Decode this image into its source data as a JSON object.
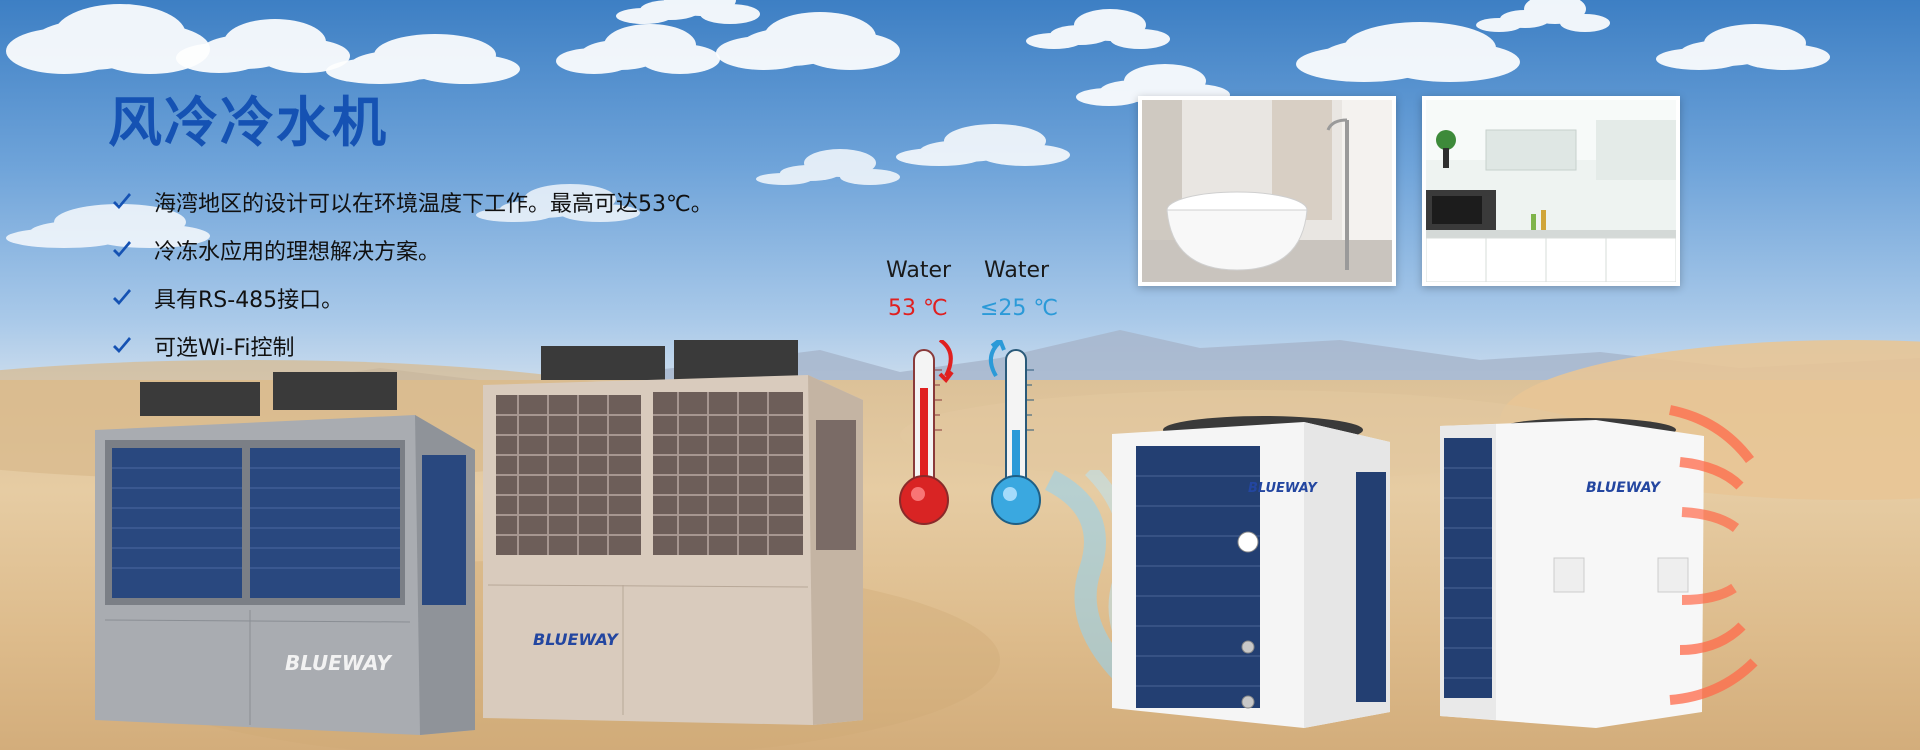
{
  "title": "风冷冷水机",
  "features": [
    {
      "text": "海湾地区的设计可以在环境温度下工作。最高可达53℃。"
    },
    {
      "text": "冷冻水应用的理想解决方案。"
    },
    {
      "text": "具有RS-485接口。"
    },
    {
      "text": "可选Wi-Fi控制"
    }
  ],
  "thermometers": {
    "hot": {
      "label": "Water",
      "value": "53 ℃"
    },
    "cold": {
      "label": "Water",
      "value": "≤25 ℃"
    }
  },
  "brand": "BLUEWAY",
  "colors": {
    "title": "#1552b3",
    "check": "#1552b3",
    "hot": "#e02020",
    "cold": "#2b9ad8"
  },
  "icons": [
    "check-icon",
    "hot-thermometer-icon",
    "cold-thermometer-icon",
    "heat-wave-icon",
    "cold-airflow-icon"
  ]
}
